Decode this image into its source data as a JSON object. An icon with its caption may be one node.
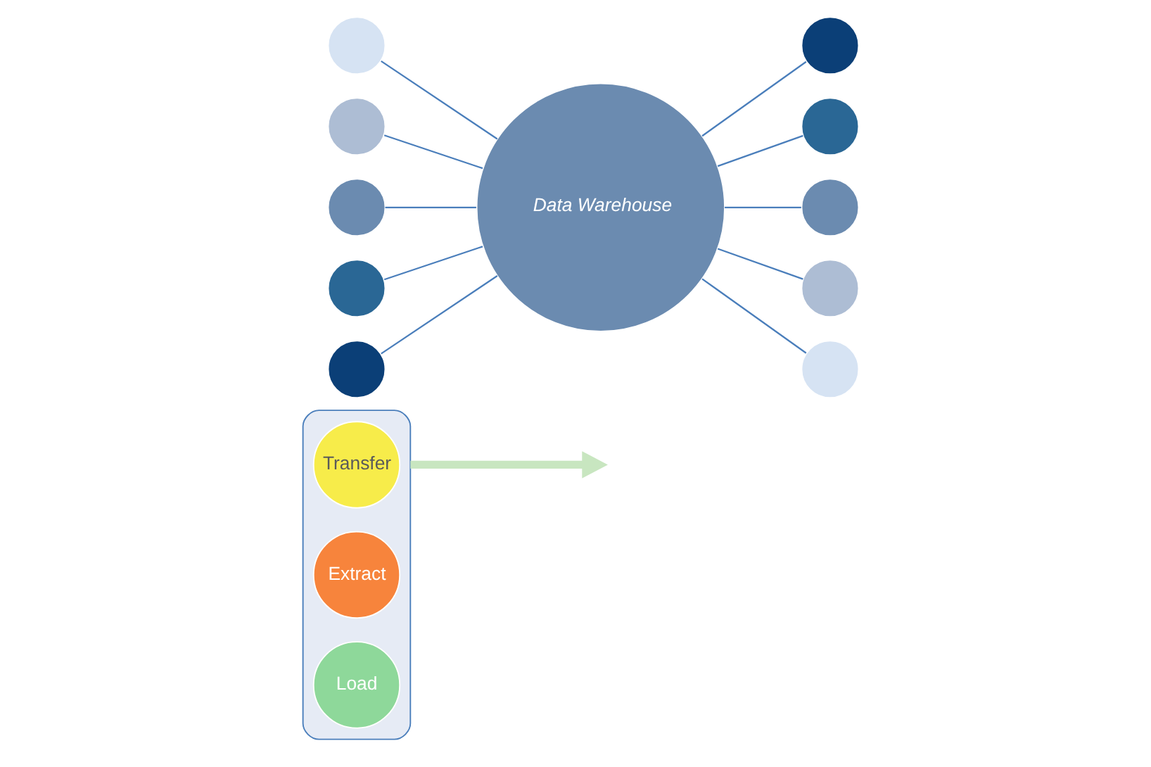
{
  "diagram": {
    "nodes": [
      {
        "text": [],
        "shape": "funnel"
      },
      {
        "text": [
          "Transfer"
        ],
        "in": 0
      },
      {
        "text": [
          "Extract"
        ],
        "in": 0
      },
      {
        "text": [
          "Load"
        ],
        "in": 0
      },
      {
        "text": [],
        "shape": "circle"
      },
      {
        "text": [],
        "shape": "circle"
      },
      {
        "text": [],
        "shape": "circle"
      },
      {
        "text": [],
        "shape": "circle"
      },
      {
        "text": [],
        "shape": "circle"
      },
      {
        "text": [
          "Data Warehouse"
        ]
      },
      {
        "text": [],
        "shape": "circle"
      },
      {
        "text": [],
        "shape": "circle"
      },
      {
        "text": [],
        "shape": "circle"
      },
      {
        "text": [],
        "shape": "circle"
      },
      {
        "text": [],
        "shape": "circle"
      }
    ],
    "edges": [
      {
        "from": 0,
        "to": null,
        "arrow": "to",
        "style": "thick",
        "color": "#c8e6c0"
      },
      {
        "from": 4,
        "to": 9,
        "arrow": "none"
      },
      {
        "from": 5,
        "to": 9,
        "arrow": "none"
      },
      {
        "from": 6,
        "to": 9,
        "arrow": "none"
      },
      {
        "from": 7,
        "to": 9,
        "arrow": "none"
      },
      {
        "from": 8,
        "to": 9,
        "arrow": "none"
      },
      {
        "from": 9,
        "to": 10,
        "arrow": "none"
      },
      {
        "from": 9,
        "to": 11,
        "arrow": "none"
      },
      {
        "from": 9,
        "to": 12,
        "arrow": "none"
      },
      {
        "from": 9,
        "to": 13,
        "arrow": "none"
      },
      {
        "from": 9,
        "to": 14,
        "arrow": "none"
      }
    ]
  }
}
